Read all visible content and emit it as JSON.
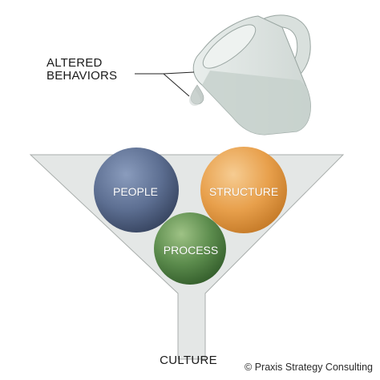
{
  "diagram": {
    "input_label_line1": "ALTERED",
    "input_label_line2": "BEHAVIORS",
    "circles": [
      {
        "label": "PEOPLE",
        "color": "#5b6d8f"
      },
      {
        "label": "STRUCTURE",
        "color": "#e8a04c"
      },
      {
        "label": "PROCESS",
        "color": "#5a8a4c"
      }
    ],
    "output_label": "CULTURE",
    "credit": "© Praxis Strategy Consulting"
  },
  "colors": {
    "funnel_fill": "#e4e7e6",
    "funnel_stroke": "#a9aeac",
    "jug_fill": "#d9e0dd",
    "jug_stroke": "#9aa6a2",
    "water": "#c7d1cd"
  }
}
